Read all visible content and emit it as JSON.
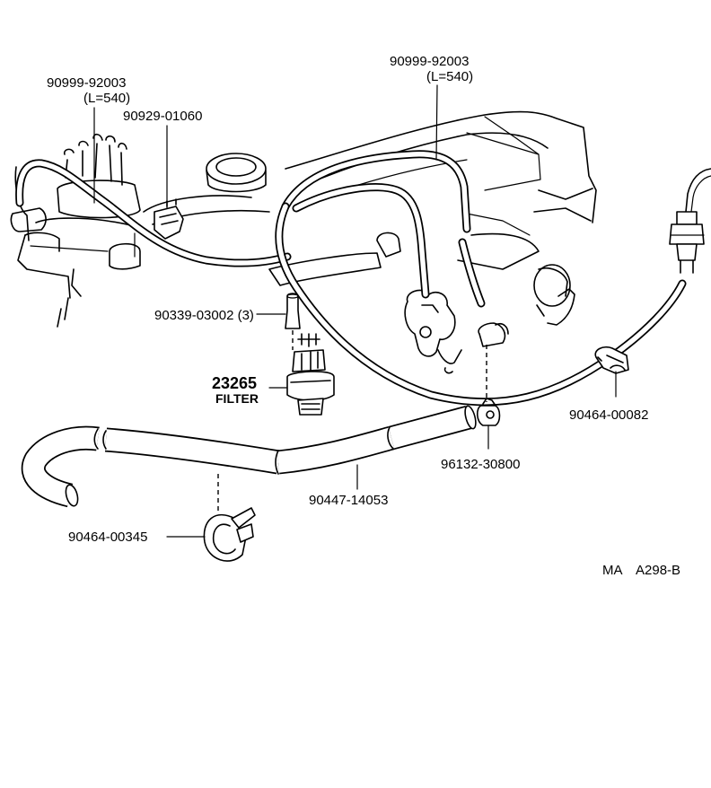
{
  "labels": {
    "hose_left_part": "90999-92003",
    "hose_left_length": "(L=540)",
    "clamp_top_left": "90929-01060",
    "hose_right_part": "90999-92003",
    "hose_right_length": "(L=540)",
    "pin_part": "90339-03002 (3)",
    "filter_part": "23265",
    "filter_word": "FILTER",
    "clip_right": "90464-00082",
    "clip_small": "96132-30800",
    "big_hose": "90447-14053",
    "band_clamp": "90464-00345",
    "code_ma": "MA",
    "code_ref": "A298-B"
  }
}
